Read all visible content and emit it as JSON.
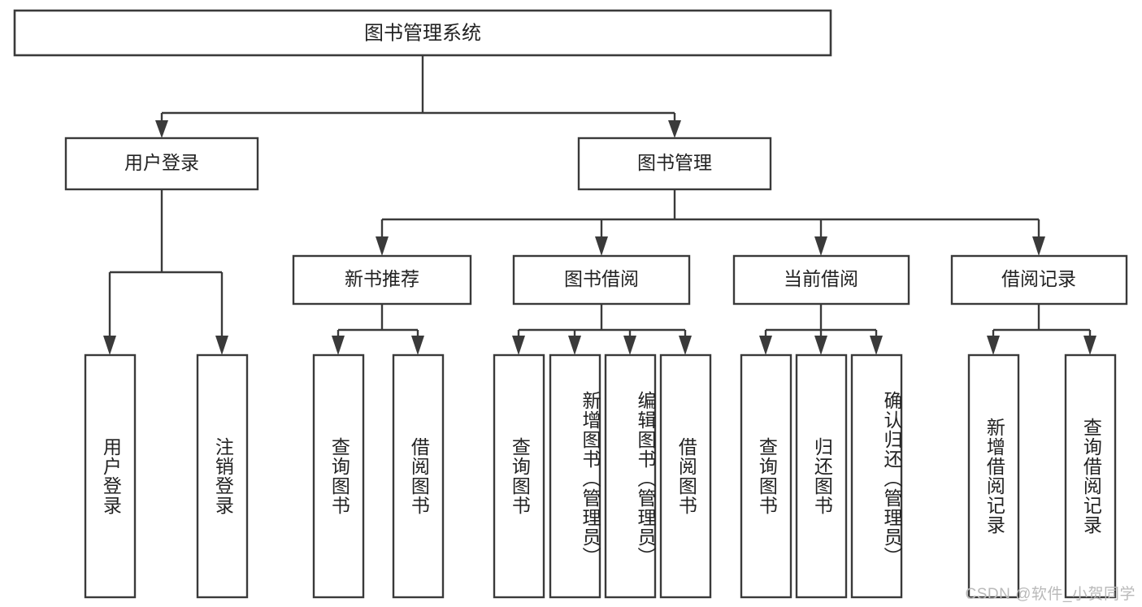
{
  "diagram": {
    "title": "图书管理系统",
    "type": "tree-hierarchy-chart",
    "root": {
      "id": "root",
      "label": "图书管理系统",
      "orientation": "horizontal"
    },
    "level2": [
      {
        "id": "user-login",
        "label": "用户登录",
        "orientation": "horizontal"
      },
      {
        "id": "book-manage",
        "label": "图书管理",
        "orientation": "horizontal"
      }
    ],
    "level3": [
      {
        "id": "new-book-recommend",
        "label": "新书推荐",
        "parent": "book-manage",
        "orientation": "horizontal"
      },
      {
        "id": "book-borrow",
        "label": "图书借阅",
        "parent": "book-manage",
        "orientation": "horizontal"
      },
      {
        "id": "current-borrow",
        "label": "当前借阅",
        "parent": "book-manage",
        "orientation": "horizontal"
      },
      {
        "id": "borrow-record",
        "label": "借阅记录",
        "parent": "book-manage",
        "orientation": "horizontal"
      }
    ],
    "leaves": [
      {
        "id": "leaf-user-login",
        "label": "用户登录",
        "parent": "user-login",
        "orientation": "vertical"
      },
      {
        "id": "leaf-logout-login",
        "label": "注销登录",
        "parent": "user-login",
        "orientation": "vertical"
      },
      {
        "id": "leaf-query-book-1",
        "label": "查询图书",
        "parent": "new-book-recommend",
        "orientation": "vertical"
      },
      {
        "id": "leaf-borrow-book-1",
        "label": "借阅图书",
        "parent": "new-book-recommend",
        "orientation": "vertical"
      },
      {
        "id": "leaf-query-book-2",
        "label": "查询图书",
        "parent": "book-borrow",
        "orientation": "vertical"
      },
      {
        "id": "leaf-add-book",
        "label": "新增图书（管理员）",
        "parent": "book-borrow",
        "orientation": "vertical"
      },
      {
        "id": "leaf-edit-book",
        "label": "编辑图书（管理员）",
        "parent": "book-borrow",
        "orientation": "vertical"
      },
      {
        "id": "leaf-borrow-book-2",
        "label": "借阅图书",
        "parent": "book-borrow",
        "orientation": "vertical"
      },
      {
        "id": "leaf-query-book-3",
        "label": "查询图书",
        "parent": "current-borrow",
        "orientation": "vertical"
      },
      {
        "id": "leaf-return-book",
        "label": "归还图书",
        "parent": "current-borrow",
        "orientation": "vertical"
      },
      {
        "id": "leaf-confirm-return",
        "label": "确认归还（管理员）",
        "parent": "current-borrow",
        "orientation": "vertical"
      },
      {
        "id": "leaf-add-record",
        "label": "新增借阅记录",
        "parent": "borrow-record",
        "orientation": "vertical"
      },
      {
        "id": "leaf-query-record",
        "label": "查询借阅记录",
        "parent": "borrow-record",
        "orientation": "vertical"
      }
    ]
  },
  "watermark": {
    "text": "CSDN @软件_小贺同学"
  },
  "colors": {
    "stroke": "#3a3a3a",
    "fill": "#ffffff",
    "text": "#222222",
    "watermark": "#b9b9b9"
  }
}
